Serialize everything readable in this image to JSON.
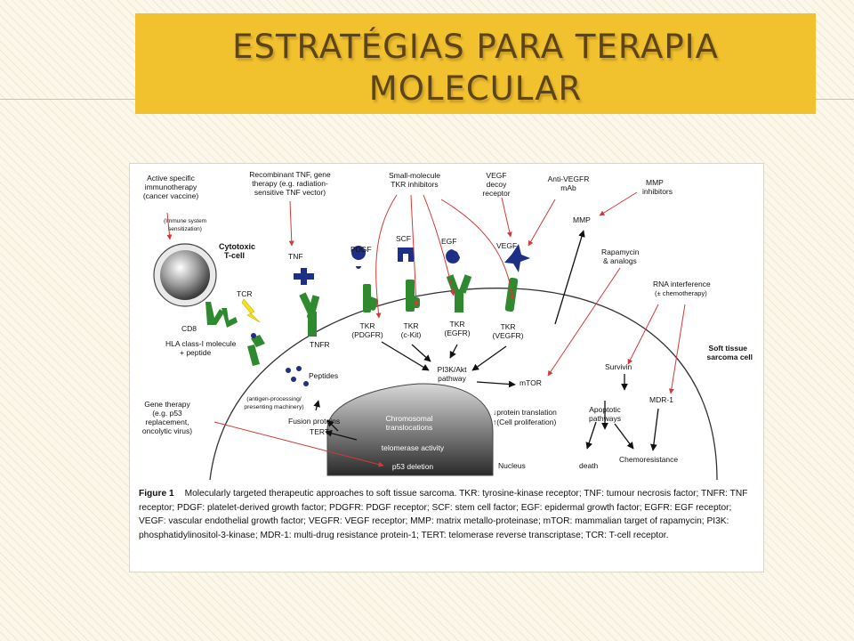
{
  "slide": {
    "title_line1": "ESTRATÉGIAS PARA TERAPIA",
    "title_line2": "MOLECULAR"
  },
  "colors": {
    "title_bg": "#f2c12e",
    "title_text": "#5a4418",
    "receptor_green": "#2f8a2f",
    "ligand_blue": "#1d2f86",
    "arrow_red": "#d23a3a"
  },
  "figure": {
    "labels": {
      "active_specific": "Active specific",
      "immunotherapy": "immunotherapy",
      "cancer_vaccine": "(cancer vaccine)",
      "immune_system": "(Immune system",
      "sensitization": "sensitization)",
      "cytotoxic": "Cytotoxic",
      "tcell": "T-cell",
      "tcr": "TCR",
      "cd8": "CD8",
      "hla1": "HLA class-I molecule",
      "hla2": "+ peptide",
      "recomb1": "Recombinant TNF, gene",
      "recomb2": "therapy (e.g. radiation-",
      "recomb3": "sensitive TNF vector)",
      "tnf": "TNF",
      "tnfr": "TNFR",
      "small1": "Small-molecule",
      "small2": "TKR inhibitors",
      "pdgf": "PDGF",
      "scf": "SCF",
      "egf": "EGF",
      "vegf_decoy1": "VEGF",
      "vegf_decoy2": "decoy",
      "vegf_decoy3": "receptor",
      "vegf": "VEGF",
      "antivegfr1": "Anti-VEGFR",
      "antivegfr2": "mAb",
      "mmp_inh1": "MMP",
      "mmp_inh2": "inhibitors",
      "mmp": "MMP",
      "rapa1": "Rapamycin",
      "rapa2": "& analogs",
      "rnai1": "RNA interference",
      "rnai2": "(± chemotherapy)",
      "soft1": "Soft tissue",
      "soft2": "sarcoma cell",
      "tkr_pdgfr1": "TKR",
      "tkr_pdgfr2": "(PDGFR)",
      "tkr_ckit1": "TKR",
      "tkr_ckit2": "(c-Kit)",
      "tkr_egfr1": "TKR",
      "tkr_egfr2": "(EGFR)",
      "tkr_vegfr1": "TKR",
      "tkr_vegfr2": "(VEGFR)",
      "pi3k1": "PI3K/Akt",
      "pi3k2": "pathway",
      "mtor": "mTOR",
      "survivin": "Survivin",
      "mdr1": "MDR-1",
      "peptides": "Peptides",
      "antigen1": "(antigen-processing/",
      "antigen2": "presenting machinery)",
      "gene1": "Gene therapy",
      "gene2": "(e.g. p53",
      "gene3": "replacement,",
      "gene4": "oncolytic virus)",
      "fusion": "Fusion proteins",
      "tert": "TERT",
      "chrom1": "Chromosomal",
      "chrom2": "translocations",
      "telomerase": "telomerase activity",
      "p53": "p53 deletion",
      "nucleus": "Nucleus",
      "protein1": "↓protein translation",
      "protein2": "↑(Cell proliferation)",
      "apop1": "Apoptotic",
      "apop2": "pathways",
      "death": "death",
      "chemores": "Chemoresistance"
    },
    "caption": {
      "label": "Figure 1",
      "text": "Molecularly targeted therapeutic approaches to soft tissue sarcoma. TKR: tyrosine-kinase receptor; TNF: tumour necrosis factor; TNFR: TNF receptor; PDGF: platelet-derived growth factor; PDGFR: PDGF receptor; SCF: stem cell factor; EGF: epidermal growth factor; EGFR: EGF receptor; VEGF: vascular endothelial growth factor; VEGFR: VEGF receptor; MMP: matrix metallo-proteinase; mTOR: mammalian target of rapamycin; PI3K: phosphatidylinositol-3-kinase; MDR-1: multi-drug resistance protein-1; TERT: telomerase reverse transcriptase; TCR: T-cell receptor."
    }
  }
}
